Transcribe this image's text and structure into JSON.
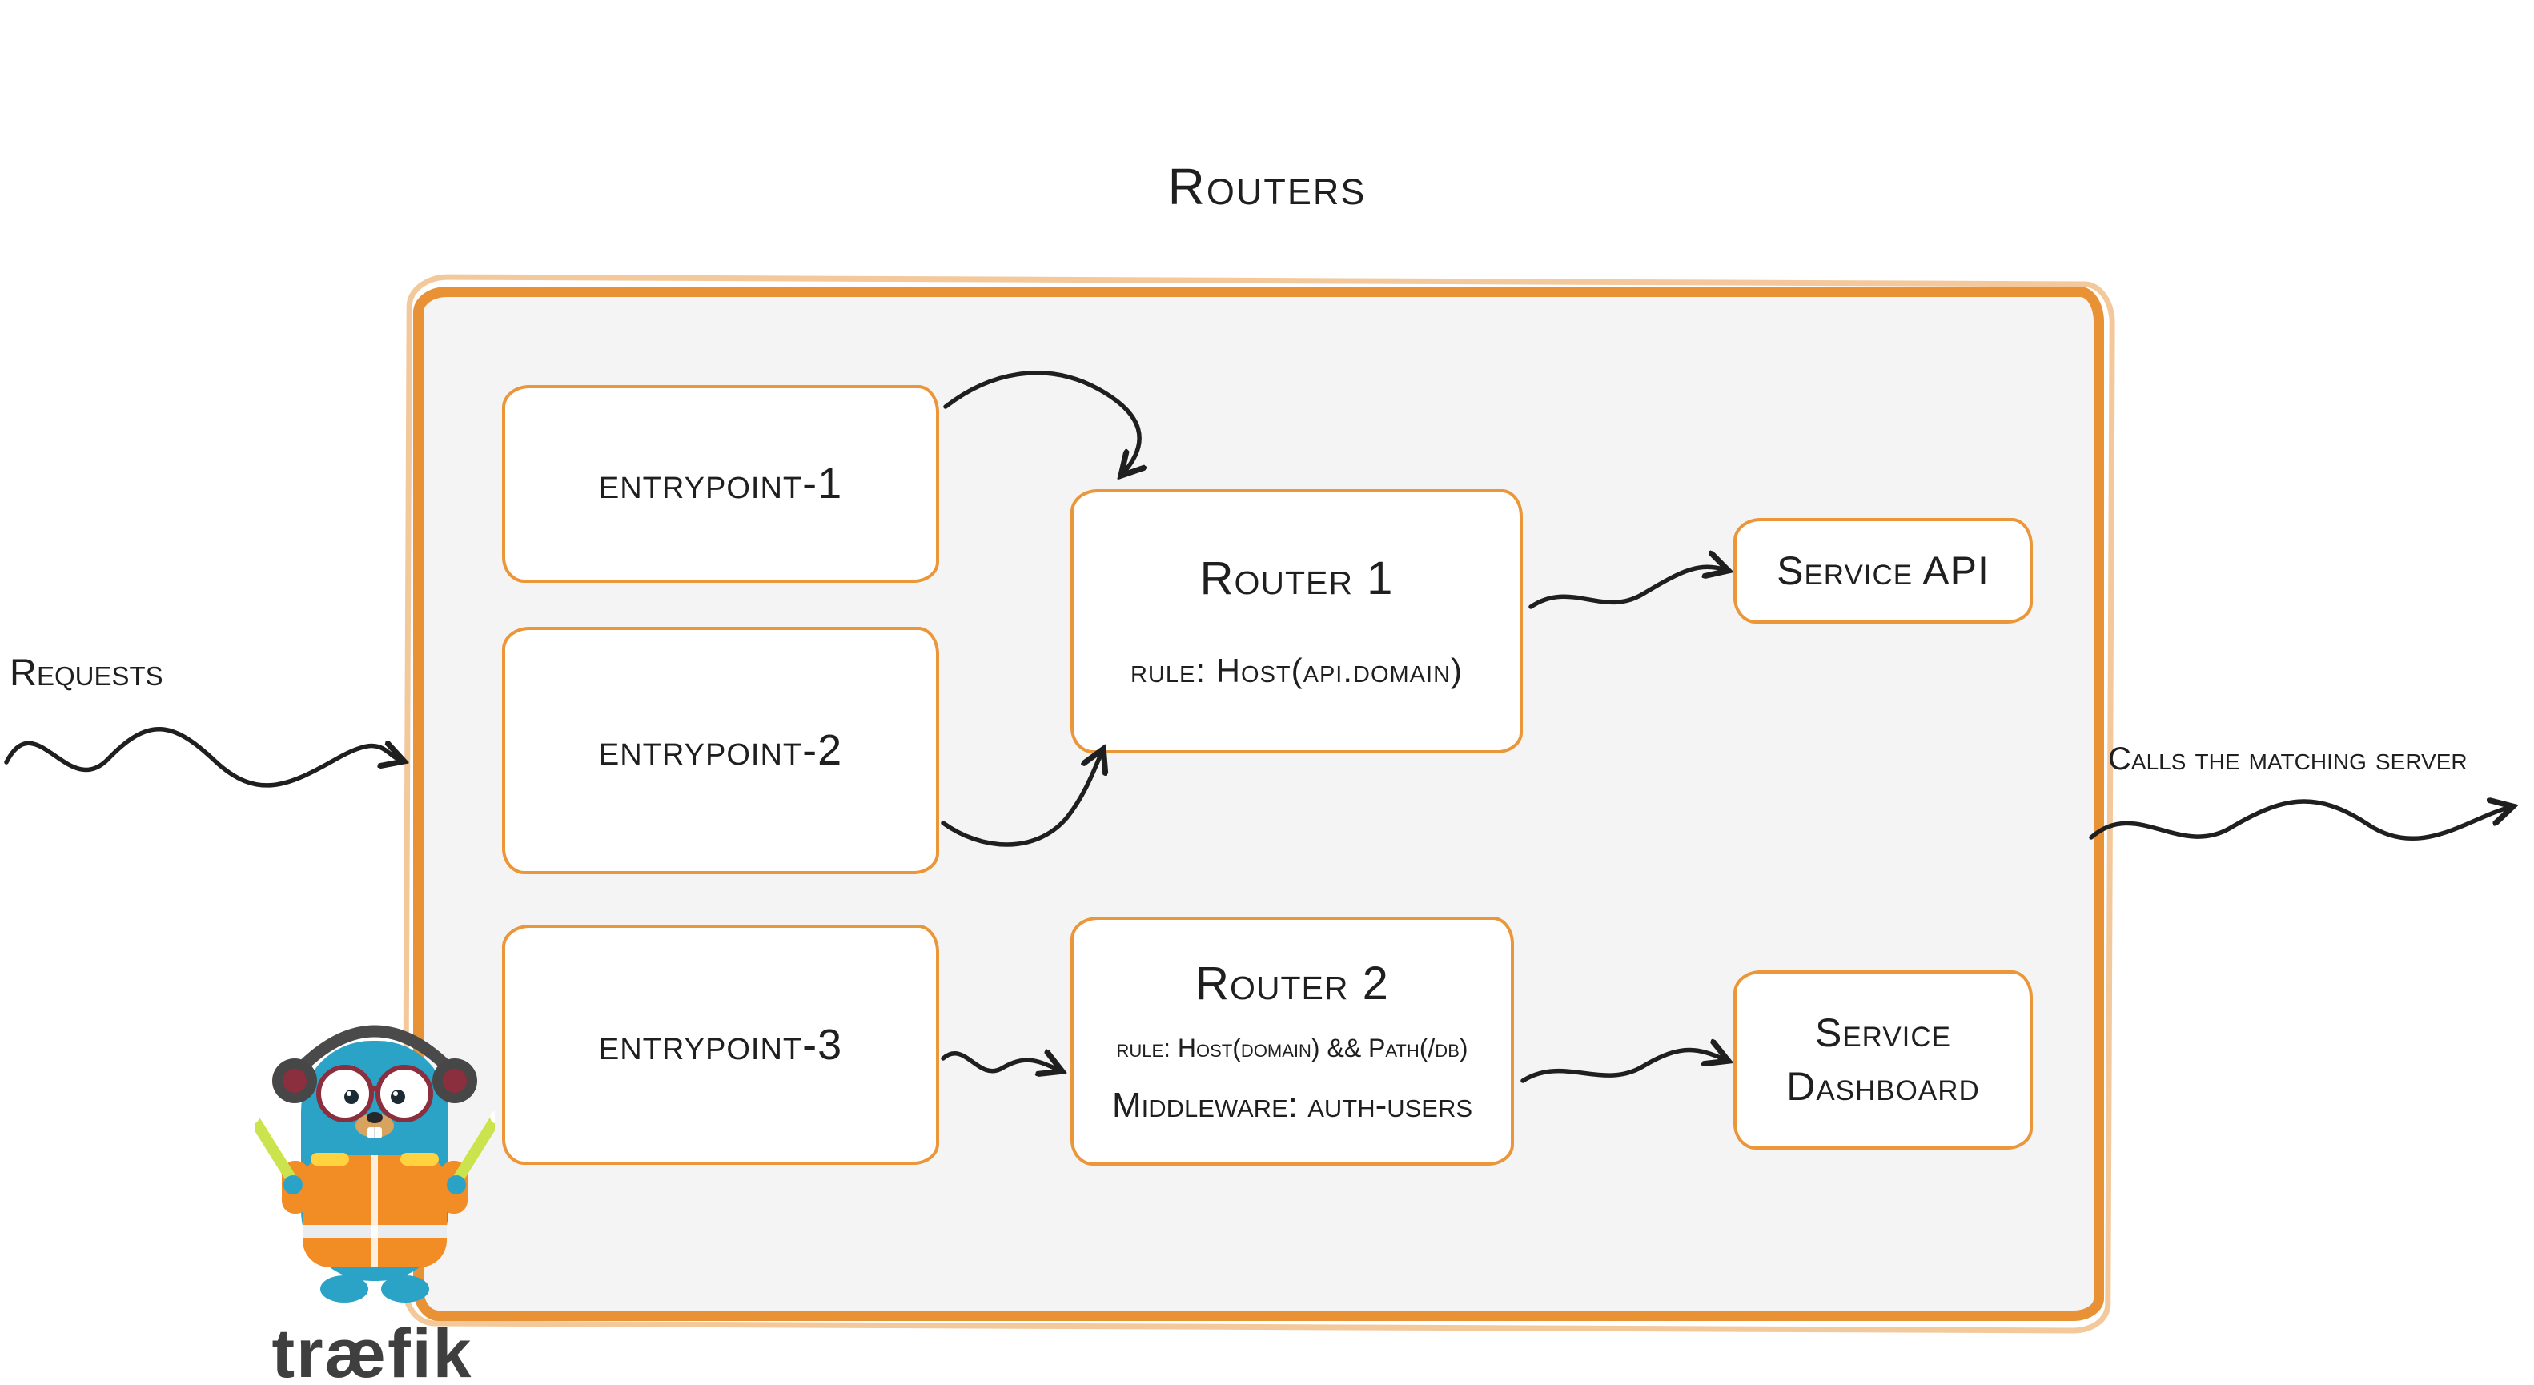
{
  "title": "Routers",
  "labels": {
    "requests": "Requests",
    "calls": "Calls the matching server"
  },
  "entrypoints": [
    {
      "label": "entrypoint-1"
    },
    {
      "label": "entrypoint-2"
    },
    {
      "label": "entrypoint-3"
    }
  ],
  "routers": [
    {
      "name": "Router 1",
      "rule": "rule: Host(api.domain)"
    },
    {
      "name": "Router 2",
      "rule": "rule: Host(domain) && Path(/db)",
      "middleware": "Middleware: auth-users"
    }
  ],
  "services": [
    {
      "label": "Service API"
    },
    {
      "label": "Service Dashboard"
    }
  ],
  "logo": {
    "wordmark": "træfik"
  },
  "colors": {
    "accent": "#E89235",
    "ink": "#1F1F1F",
    "panel_fill": "#F4F4F4"
  }
}
